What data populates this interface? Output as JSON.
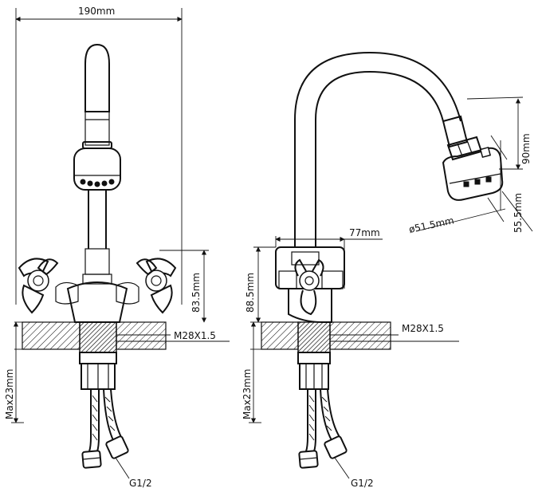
{
  "dimensions": {
    "width_top": "190mm",
    "left_height": "83.5mm",
    "left_thread": "M28X1.5",
    "left_max": "Max23mm",
    "left_hose": "G1/2",
    "right_reach": "77mm",
    "right_height": "88.5mm",
    "right_thread": "M28X1.5",
    "right_max": "Max23mm",
    "right_hose": "G1/2",
    "head_drop": "90mm",
    "head_len": "55.5mm",
    "head_diam": "ø51.5mm"
  },
  "colors": {
    "ink": "#111111",
    "paper": "#ffffff"
  }
}
